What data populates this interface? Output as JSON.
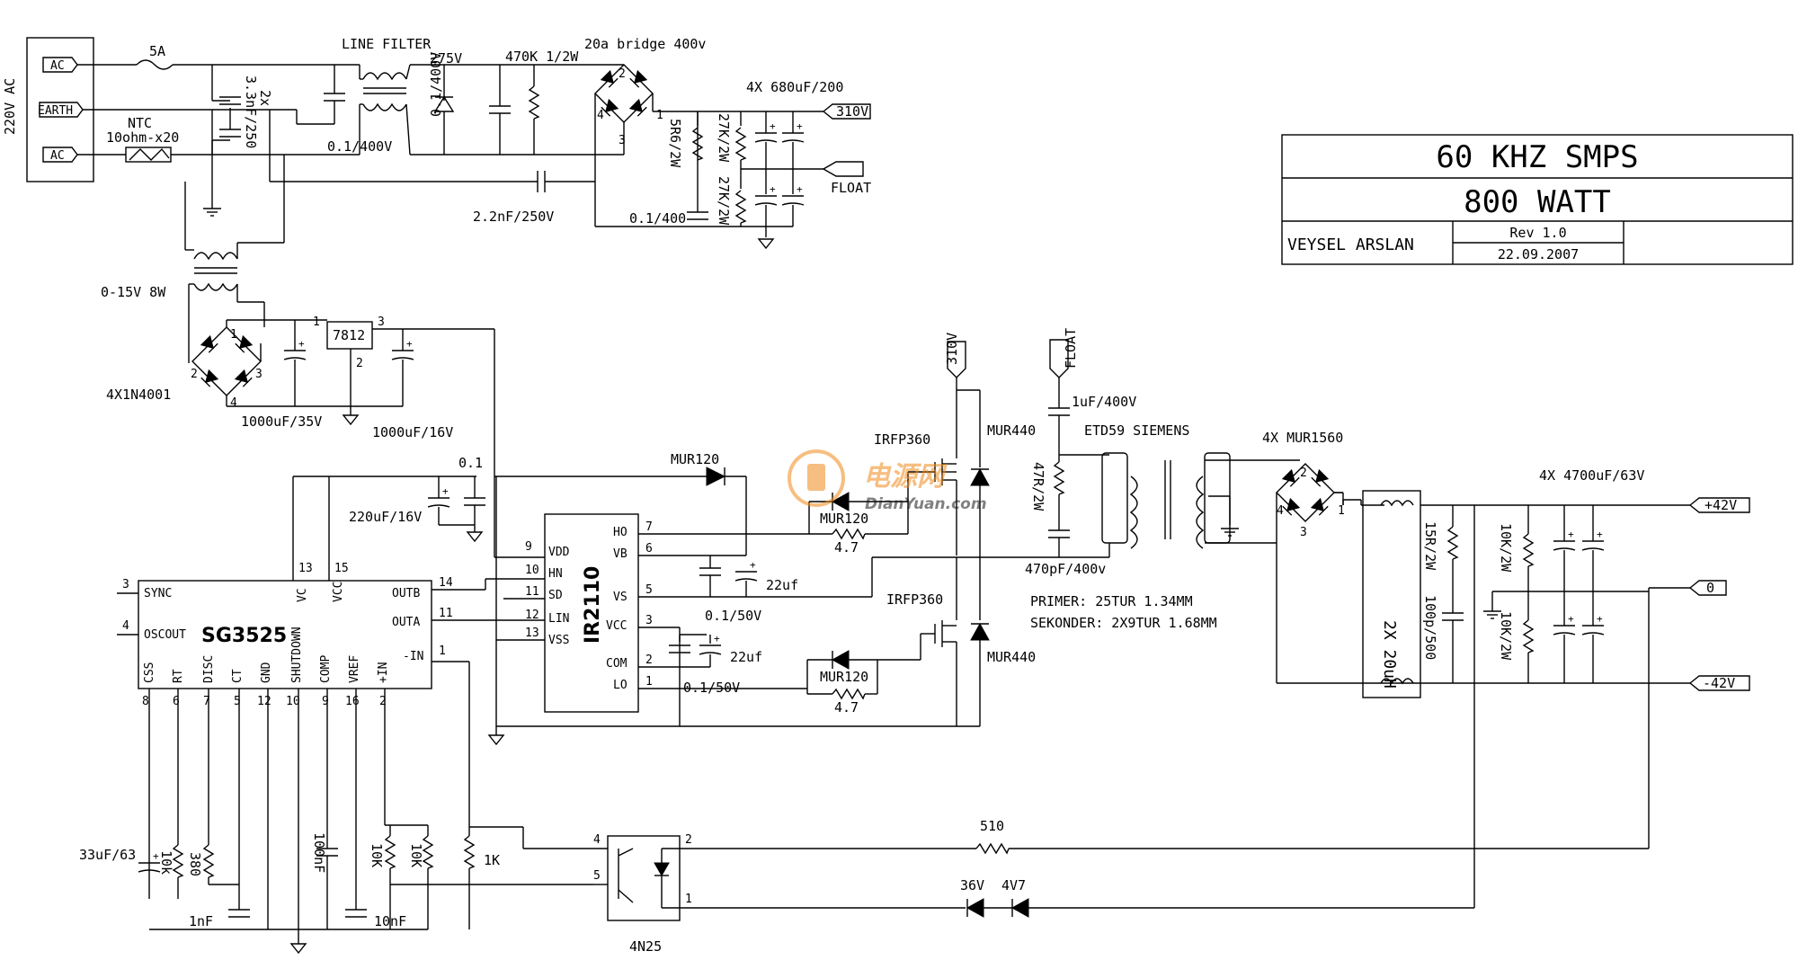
{
  "title_block": {
    "line1": "60 KHZ SMPS",
    "line2": "800 WATT",
    "author": "VEYSEL ARSLAN",
    "rev": "Rev 1.0",
    "date": "22.09.2007"
  },
  "input": {
    "supply": "220V AC",
    "ac1": "AC",
    "earth": "EARTH",
    "ac2": "AC",
    "fuse": "5A",
    "ntc1": "NTC",
    "ntc2": "10ohm-x20",
    "cap_x1": "2x",
    "cap_x2": "3.3nF/250",
    "line_filter": "LINE FILTER",
    "varistor": "275V",
    "res_470k": "470K 1/2W",
    "bridge": "20a bridge 400v",
    "cap_01_400_a": "0.1/400V",
    "cap_01_400_b": "0.1/400V",
    "cap_22nf": "2.2nF/250V",
    "cap_01_400_c": "0.1/400",
    "res_5r6": "5R6/2W",
    "res_27k_a": "27K/2W",
    "res_27k_b": "27K/2W",
    "caps_680": "4X 680uF/200",
    "out_310": "310V",
    "out_float": "FLOAT"
  },
  "aux": {
    "transformer": "0-15V 8W",
    "bridge": "4X1N4001",
    "reg": "7812",
    "cap1": "1000uF/35V",
    "cap2": "1000uF/16V"
  },
  "controller": {
    "ic": "SG3525",
    "sync": "SYNC",
    "oscout": "OSCOUT",
    "vc": "VC",
    "vcc": "VCC",
    "outb": "OUTB",
    "outa": "OUTA",
    "in_minus": "-IN",
    "in_plus": "+IN",
    "css": "CSS",
    "rt": "RT",
    "disc": "DISC",
    "ct": "CT",
    "gnd": "GND",
    "shutdown": "SHUTDOWN",
    "comp": "COMP",
    "vref": "VREF",
    "cap_33u": "33uF/63",
    "pot_10k": "10k",
    "res_380": "380",
    "cap_1nf": "1nF",
    "cap_100nf": "100nF",
    "pot_10k_b": "10K",
    "res_10k_c": "10K",
    "cap_10nf": "10nF",
    "res_1k": "1K"
  },
  "driver": {
    "ic": "IR2110",
    "vdd": "VDD",
    "hn": "HN",
    "sd": "SD",
    "lin": "LIN",
    "vss": "VSS",
    "ho": "HO",
    "vb": "VB",
    "vs": "VS",
    "vcc": "VCC",
    "com": "COM",
    "lo": "LO",
    "cap_01": "0.1",
    "cap_220u": "220uF/16V",
    "diode": "MUR120",
    "cap_22u_a": "22uf",
    "cap_22u_b": "22uf",
    "cap_01_50_a": "0.1/50V",
    "cap_01_50_b": "0.1/50V"
  },
  "power": {
    "mosfet_hi": "IRFP360",
    "mosfet_lo": "IRFP360",
    "diode_hi": "MUR440",
    "diode_lo": "MUR440",
    "mur120_a": "MUR120",
    "mur120_b": "MUR120",
    "res_47_a": "4.7",
    "res_47_b": "4.7",
    "rail_310": "310V",
    "rail_float": "FLOAT",
    "cap_1u": "1uF/400V",
    "res_47r": "47R/2W",
    "cap_470p": "470pF/400v",
    "transformer": "ETD59 SIEMENS",
    "primary": "PRIMER: 25TUR 1.34MM",
    "secondary": "SEKONDER: 2X9TUR 1.68MM"
  },
  "output": {
    "bridge": "4X MUR1560",
    "choke": "2X 20uH",
    "res_15r": "15R/2W",
    "cap_100p": "100p/500",
    "res_10k_a": "10K/2W",
    "res_10k_b": "10K/2W",
    "caps": "4X 4700uF/63V",
    "out_p42": "+42V",
    "out_0": "0",
    "out_m42": "-42V"
  },
  "feedback": {
    "res_510": "510",
    "zener_36": "36V",
    "zener_4v7": "4V7",
    "opto": "4N25"
  },
  "watermark": {
    "cn": "电源网",
    "en": "DianYuan.com",
    "accent": "#f08a1a"
  },
  "pins": {
    "reg_1": "1",
    "reg_2": "2",
    "reg_3": "3",
    "aux_br_1": "1",
    "aux_br_2": "2",
    "aux_br_3": "3",
    "aux_br_4": "4",
    "in_br_1": "1",
    "in_br_2": "2",
    "in_br_3": "3",
    "in_br_4": "4",
    "out_br_1": "1",
    "out_br_2": "2",
    "out_br_3": "3",
    "out_br_4": "4",
    "sg_3": "3",
    "sg_4": "4",
    "sg_13": "13",
    "sg_15": "15",
    "sg_14": "14",
    "sg_11": "11",
    "sg_1": "1",
    "sg_8": "8",
    "sg_6": "6",
    "sg_7": "7",
    "sg_5": "5",
    "sg_12": "12",
    "sg_10": "10",
    "sg_9": "9",
    "sg_16": "16",
    "sg_2": "2",
    "ir_9": "9",
    "ir_10": "10",
    "ir_11": "11",
    "ir_12": "12",
    "ir_13": "13",
    "ir_7": "7",
    "ir_6": "6",
    "ir_5": "5",
    "ir_3": "3",
    "ir_2": "2",
    "ir_1": "1",
    "op_4": "4",
    "op_5": "5",
    "op_2": "2",
    "op_1": "1"
  }
}
